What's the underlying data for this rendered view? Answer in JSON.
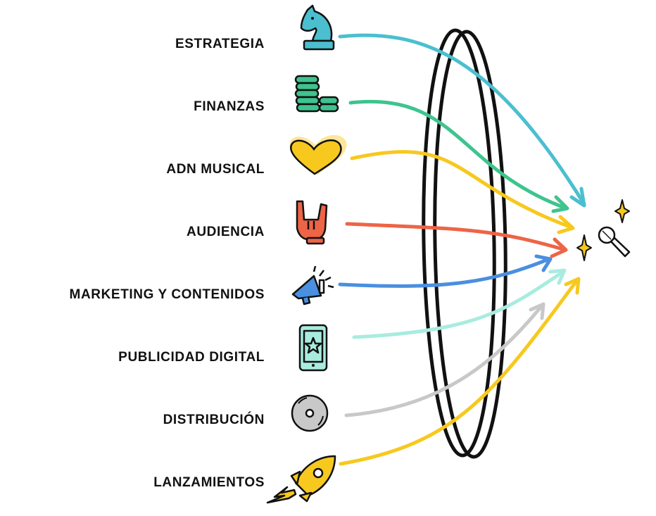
{
  "items": [
    {
      "label": "ESTRATEGIA",
      "icon": "chess-knight-icon",
      "color": "#4bbfd0"
    },
    {
      "label": "FINANZAS",
      "icon": "coins-stack-icon",
      "color": "#3ec48e"
    },
    {
      "label": "ADN MUSICAL",
      "icon": "heart-icon",
      "color": "#f7c81e"
    },
    {
      "label": "AUDIENCIA",
      "icon": "rock-hand-icon",
      "color": "#ee6446"
    },
    {
      "label": "MARKETING Y CONTENIDOS",
      "icon": "megaphone-icon",
      "color": "#4a8fe0"
    },
    {
      "label": "PUBLICIDAD DIGITAL",
      "icon": "smartphone-star-icon",
      "color": "#a8ecdf"
    },
    {
      "label": "DISTRIBUCIÓN",
      "icon": "vinyl-disc-icon",
      "color": "#c8c8c8"
    },
    {
      "label": "LANZAMIENTOS",
      "icon": "rocket-icon",
      "color": "#f7c81e"
    }
  ],
  "target": {
    "icon": "microphone-icon",
    "sparkle_color": "#f7c81e"
  },
  "lens": {
    "icon": "lens-ring-icon",
    "color": "#111111"
  }
}
